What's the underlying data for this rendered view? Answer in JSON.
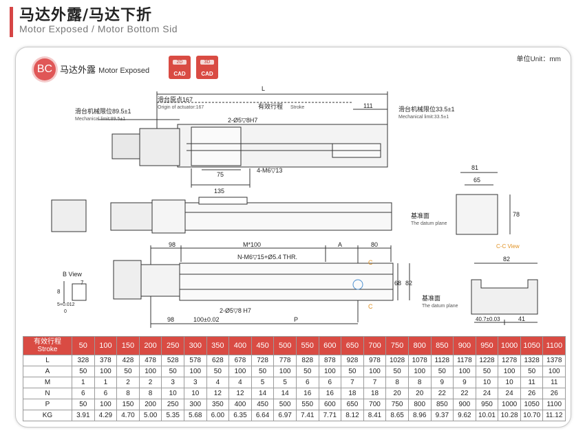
{
  "header": {
    "title_cn": "马达外露/马达下折",
    "title_en": "Motor Exposed / Motor Bottom Sid"
  },
  "card": {
    "badge": "BC",
    "mode_cn": "马达外露",
    "mode_en": "Motor Exposed",
    "unit": "单位Unit：mm",
    "cad_2d": {
      "top": "2D",
      "bottom": "CAD"
    },
    "cad_3d": {
      "top": "3D",
      "bottom": "CAD"
    }
  },
  "drawing": {
    "top": {
      "L": "L",
      "origin_cn": "滑台原点167",
      "origin_en": "Origin of actuator:167",
      "limit_left_cn": "滑台机械限位89.5±1",
      "limit_left_en": "Mechanical limit:89.5±1",
      "stroke_label": "有效行程",
      "stroke_en": "Stroke",
      "dim_111": "111",
      "limit_right_cn": "滑台机械限位33.5±1",
      "limit_right_en": "Mechanical limit:33.5±1",
      "pin_holes": "2-Ø5▽8H7",
      "dim_75": "75",
      "tap": "4-M6▽13",
      "dim_135": "135"
    },
    "end_view": {
      "dim_81": "81",
      "dim_65": "65",
      "dim_78": "78",
      "datum_cn": "基准面",
      "datum_en": "The datum plane"
    },
    "bottom": {
      "dim_98_top": "98",
      "m100": "M*100",
      "dim_A": "A",
      "dim_80": "80",
      "holes": "N-M6▽15+Ø5.4 THR.",
      "pins": "2-Ø5▽8 H7",
      "dim_98_bot": "98",
      "dim_100": "100±0.02",
      "dim_P": "P",
      "dim_68": "68",
      "dim_82v": "82",
      "section_c1": "C",
      "section_c2": "C",
      "b_view": "B View",
      "dim_7": "7",
      "dim_8": "8",
      "tol": "5+0.012",
      "tol_zero": "0"
    },
    "section": {
      "title": "C-C View",
      "dim_82": "82",
      "datum_cn": "基准面",
      "datum_en": "The datum plane",
      "dim_407": "40.7±0.03",
      "dim_41": "41"
    }
  },
  "table": {
    "header_cn": "有效行程",
    "header_en": "Stroke",
    "strokes": [
      "50",
      "100",
      "150",
      "200",
      "250",
      "300",
      "350",
      "400",
      "450",
      "500",
      "550",
      "600",
      "650",
      "700",
      "750",
      "800",
      "850",
      "900",
      "950",
      "1000",
      "1050",
      "1100"
    ],
    "rows": [
      {
        "label": "L",
        "values": [
          "328",
          "378",
          "428",
          "478",
          "528",
          "578",
          "628",
          "678",
          "728",
          "778",
          "828",
          "878",
          "928",
          "978",
          "1028",
          "1078",
          "1128",
          "1178",
          "1228",
          "1278",
          "1328",
          "1378"
        ]
      },
      {
        "label": "A",
        "values": [
          "50",
          "100",
          "50",
          "100",
          "50",
          "100",
          "50",
          "100",
          "50",
          "100",
          "50",
          "100",
          "50",
          "100",
          "50",
          "100",
          "50",
          "100",
          "50",
          "100",
          "50",
          "100"
        ]
      },
      {
        "label": "M",
        "values": [
          "1",
          "1",
          "2",
          "2",
          "3",
          "3",
          "4",
          "4",
          "5",
          "5",
          "6",
          "6",
          "7",
          "7",
          "8",
          "8",
          "9",
          "9",
          "10",
          "10",
          "11",
          "11"
        ]
      },
      {
        "label": "N",
        "values": [
          "6",
          "6",
          "8",
          "8",
          "10",
          "10",
          "12",
          "12",
          "14",
          "14",
          "16",
          "16",
          "18",
          "18",
          "20",
          "20",
          "22",
          "22",
          "24",
          "24",
          "26",
          "26"
        ]
      },
      {
        "label": "P",
        "values": [
          "50",
          "100",
          "150",
          "200",
          "250",
          "300",
          "350",
          "400",
          "450",
          "500",
          "550",
          "600",
          "650",
          "700",
          "750",
          "800",
          "850",
          "900",
          "950",
          "1000",
          "1050",
          "1100"
        ]
      },
      {
        "label": "KG",
        "values": [
          "3.91",
          "4.29",
          "4.70",
          "5.00",
          "5.35",
          "5.68",
          "6.00",
          "6.35",
          "6.64",
          "6.97",
          "7.41",
          "7.71",
          "8.12",
          "8.41",
          "8.65",
          "8.96",
          "9.37",
          "9.62",
          "10.01",
          "10.28",
          "10.70",
          "11.12"
        ]
      }
    ]
  }
}
